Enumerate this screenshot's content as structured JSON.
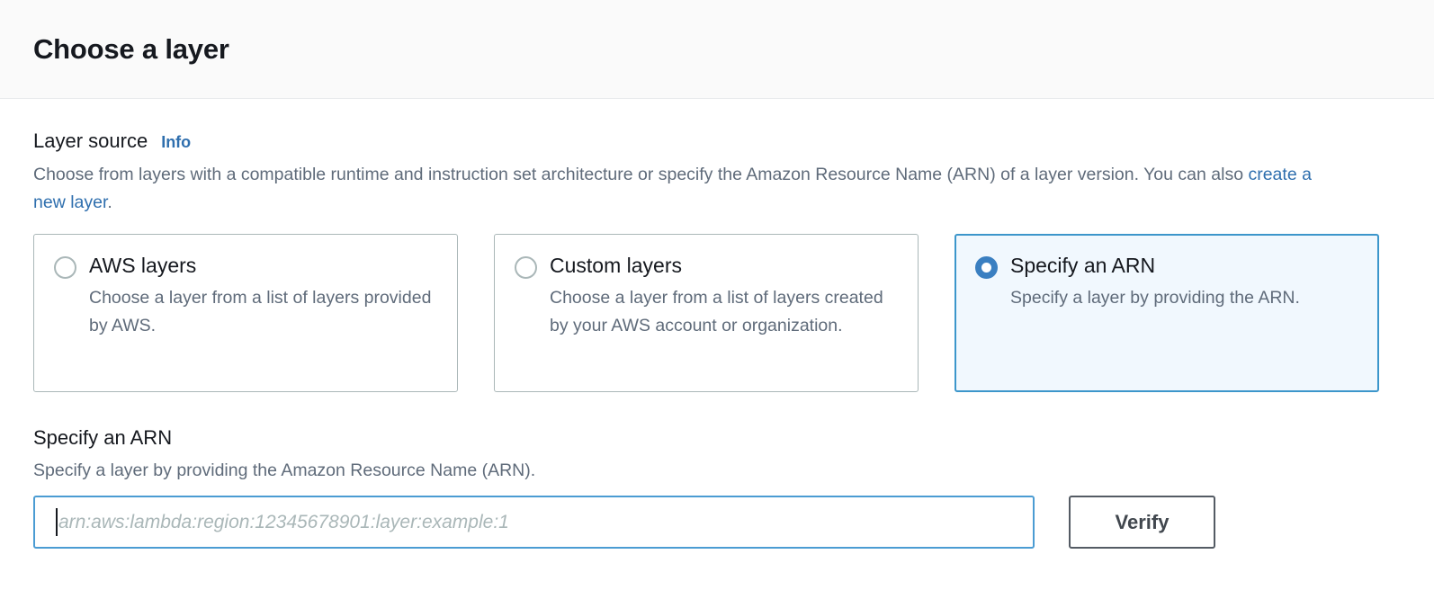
{
  "dialog": {
    "title": "Choose a layer"
  },
  "layer_source": {
    "label": "Layer source",
    "info_label": "Info",
    "description_before_link": "Choose from layers with a compatible runtime and instruction set architecture or specify the Amazon Resource Name (ARN) of a layer version. You can also ",
    "description_link": "create a new layer",
    "description_after_link": ".",
    "options": [
      {
        "title": "AWS layers",
        "description": "Choose a layer from a list of layers provided by AWS.",
        "selected": false
      },
      {
        "title": "Custom layers",
        "description": "Choose a layer from a list of layers created by your AWS account or organization.",
        "selected": false
      },
      {
        "title": "Specify an ARN",
        "description": "Specify a layer by providing the ARN.",
        "selected": true
      }
    ]
  },
  "arn_section": {
    "heading": "Specify an ARN",
    "description": "Specify a layer by providing the Amazon Resource Name (ARN).",
    "input_value": "",
    "input_placeholder": "arn:aws:lambda:region:12345678901:layer:example:1",
    "verify_label": "Verify"
  },
  "colors": {
    "accent_blue": "#3c96cb",
    "link_blue": "#2f6fae",
    "radio_blue": "#3a7fc1",
    "selected_tile_bg": "#f1f8fe",
    "header_bg": "#fafafa",
    "muted_text": "#5f6b7a",
    "border_gray": "#aab7b8",
    "button_border": "#545b64"
  }
}
